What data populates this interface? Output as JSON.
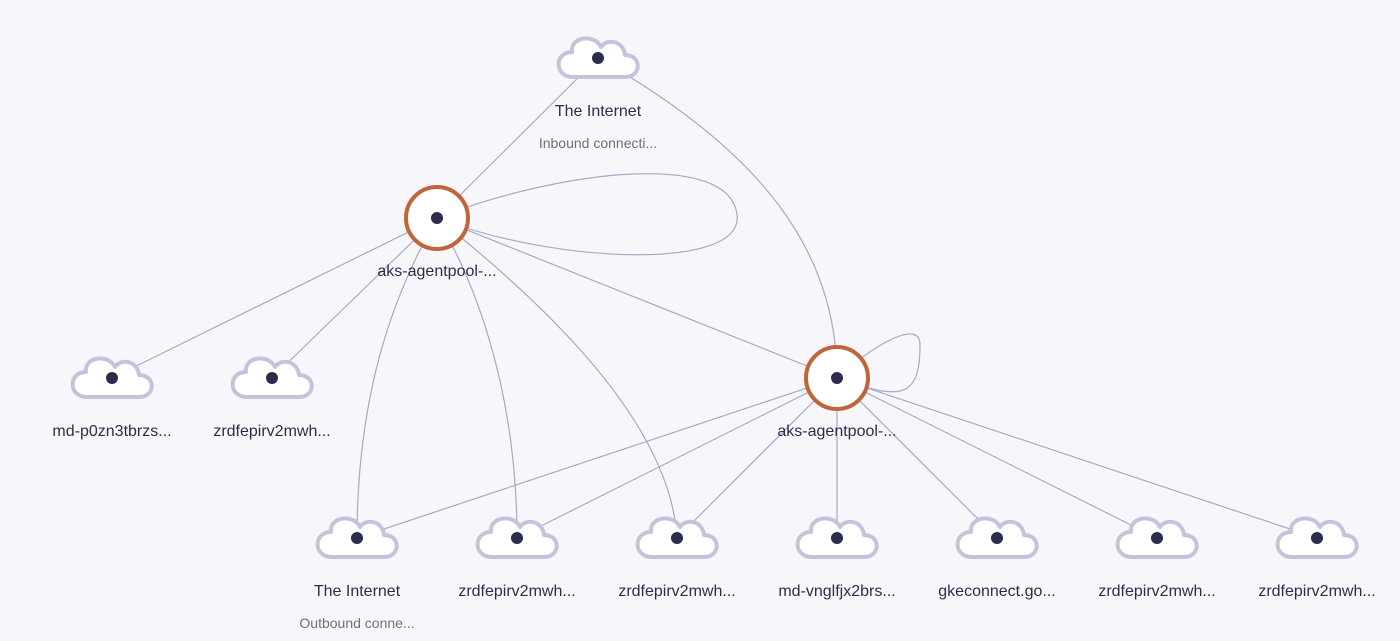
{
  "theme": {
    "background": "#f7f7fb",
    "edge_color": "#a9a8c6",
    "cloud_stroke": "#c5c3dc",
    "host_ring": "#c0653a",
    "dot": "#2c2d4a"
  },
  "nodes": [
    {
      "id": "internet-in",
      "kind": "cloud",
      "icon": "cloud-icon",
      "label": "The Internet",
      "sublabel": "Inbound connecti..."
    },
    {
      "id": "host-1",
      "kind": "host",
      "icon": "host-circle-icon",
      "label": "aks-agentpool-..."
    },
    {
      "id": "host-2",
      "kind": "host",
      "icon": "host-circle-icon",
      "label": "aks-agentpool-..."
    },
    {
      "id": "md-p0zn",
      "kind": "cloud",
      "icon": "cloud-icon",
      "label": "md-p0zn3tbrzs..."
    },
    {
      "id": "zrdf-a",
      "kind": "cloud",
      "icon": "cloud-icon",
      "label": "zrdfepirv2mwh..."
    },
    {
      "id": "internet-out",
      "kind": "cloud",
      "icon": "cloud-icon",
      "label": "The Internet",
      "sublabel": "Outbound conne..."
    },
    {
      "id": "zrdf-b",
      "kind": "cloud",
      "icon": "cloud-icon",
      "label": "zrdfepirv2mwh..."
    },
    {
      "id": "zrdf-c",
      "kind": "cloud",
      "icon": "cloud-icon",
      "label": "zrdfepirv2mwh..."
    },
    {
      "id": "md-vngl",
      "kind": "cloud",
      "icon": "cloud-icon",
      "label": "md-vnglfjx2brs..."
    },
    {
      "id": "gke",
      "kind": "cloud",
      "icon": "cloud-icon",
      "label": "gkeconnect.go..."
    },
    {
      "id": "zrdf-d",
      "kind": "cloud",
      "icon": "cloud-icon",
      "label": "zrdfepirv2mwh..."
    },
    {
      "id": "zrdf-e",
      "kind": "cloud",
      "icon": "cloud-icon",
      "label": "zrdfepirv2mwh..."
    }
  ],
  "edges": [
    {
      "from": "internet-in",
      "to": "host-1"
    },
    {
      "from": "internet-in",
      "to": "host-2"
    },
    {
      "from": "host-1",
      "to": "host-1",
      "self_loop": true
    },
    {
      "from": "host-1",
      "to": "host-2"
    },
    {
      "from": "host-1",
      "to": "md-p0zn"
    },
    {
      "from": "host-1",
      "to": "zrdf-a"
    },
    {
      "from": "host-1",
      "to": "internet-out"
    },
    {
      "from": "host-1",
      "to": "zrdf-b"
    },
    {
      "from": "host-1",
      "to": "zrdf-c"
    },
    {
      "from": "host-2",
      "to": "host-2",
      "self_loop": true
    },
    {
      "from": "host-2",
      "to": "internet-out"
    },
    {
      "from": "host-2",
      "to": "zrdf-b"
    },
    {
      "from": "host-2",
      "to": "zrdf-c"
    },
    {
      "from": "host-2",
      "to": "md-vngl"
    },
    {
      "from": "host-2",
      "to": "gke"
    },
    {
      "from": "host-2",
      "to": "zrdf-d"
    },
    {
      "from": "host-2",
      "to": "zrdf-e"
    }
  ]
}
